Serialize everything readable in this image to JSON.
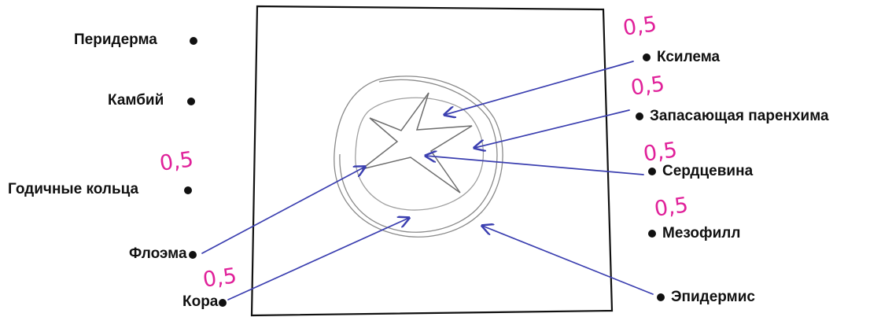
{
  "left_labels": [
    {
      "text": "Перидерма"
    },
    {
      "text": "Камбий"
    },
    {
      "text": "Годичные кольца"
    },
    {
      "text": "Флоэма"
    },
    {
      "text": "Кора"
    }
  ],
  "right_labels": [
    {
      "text": "Ксилема"
    },
    {
      "text": "Запасающая паренхима"
    },
    {
      "text": "Сердцевина"
    },
    {
      "text": "Мезофилл"
    },
    {
      "text": "Эпидермис"
    }
  ],
  "scores": [
    "0,5",
    "0,5",
    "0,5",
    "0,5",
    "0,5",
    "0,5"
  ],
  "colors": {
    "label_text": "#111111",
    "score_ink": "#e0219a",
    "arrow_ink": "#3b3fb0",
    "pencil": "#8a8a8a"
  }
}
